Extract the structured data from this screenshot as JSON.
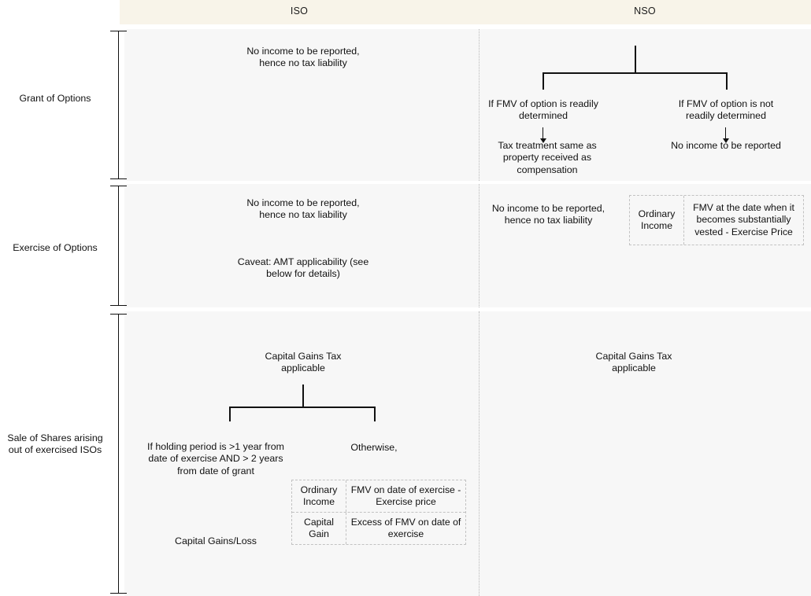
{
  "columns": {
    "iso": "ISO",
    "nso": "NSO"
  },
  "rows": [
    {
      "label": "Grant of Options",
      "iso": {
        "statement": "No income to be reported, hence no tax liability"
      },
      "nso": {
        "branch_left_condition": "If FMV of option is readily determined",
        "branch_left_result": "Tax treatment same as property received as compensation",
        "branch_right_condition": "If FMV of option is not readily determined",
        "branch_right_result": "No income to be reported"
      }
    },
    {
      "label": "Exercise of Options",
      "iso": {
        "statement": "No income to be reported, hence no tax liability",
        "caveat": "Caveat: AMT applicability (see below for details)"
      },
      "nso": {
        "statement": "No income to be reported, hence no tax liability",
        "table": [
          {
            "key": "Ordinary Income",
            "value": "FMV at the date when it becomes substantially vested - Exercise Price"
          }
        ]
      }
    },
    {
      "label": "Sale of Shares arising out of exercised ISOs",
      "iso": {
        "heading": "Capital Gains Tax applicable",
        "branch_left_condition": "If holding period is >1 year from date of exercise AND > 2 years from date of grant",
        "branch_left_result": "Capital Gains/Loss",
        "branch_right_condition": "Otherwise,",
        "table": [
          {
            "key": "Ordinary Income",
            "value": "FMV on date of exercise - Exercise price"
          },
          {
            "key": "Capital Gain",
            "value": "Excess of FMV on date of exercise"
          }
        ]
      },
      "nso": {
        "heading": "Capital Gains Tax applicable"
      }
    }
  ],
  "colors": {
    "header_band": "#f8f4e9",
    "row_band": "#f7f7f7",
    "line": "#111111",
    "dashed_border": "#c2c2c2",
    "page_background": "#ffffff"
  }
}
